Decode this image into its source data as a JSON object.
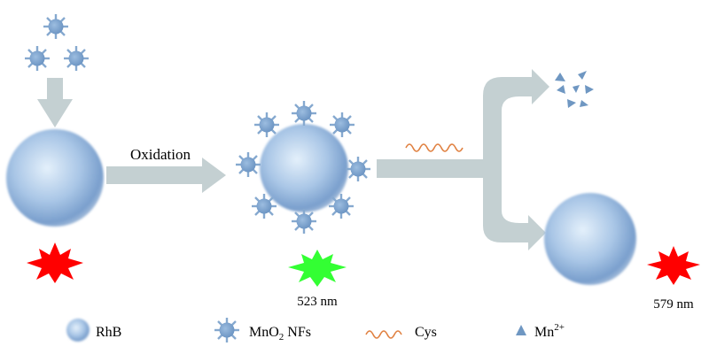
{
  "labels": {
    "oxidation": "Oxidation",
    "green_wavelength": "523 nm",
    "red_wavelength": "579 nm"
  },
  "legend": {
    "rhb": "RhB",
    "mno2_main": "MnO",
    "mno2_sub": "2",
    "mno2_suffix": " NFs",
    "cys": "Cys",
    "mn_main": "Mn",
    "mn_sup": "2+"
  },
  "colors": {
    "arrow": "#c4d0d2",
    "sphere_light": "#e4f0fb",
    "sphere_mid": "#a9c6e6",
    "sphere_dark": "#7a9fcd",
    "star_body": "#7fa7d2",
    "star_rays": "#86a9cf",
    "red_burst": "#ff0000",
    "green_burst": "#33ff33",
    "cys_wave": "#e08040",
    "mn_ion": "#6f97c2"
  },
  "icons": {
    "sphere": "rhb-sphere-icon",
    "nanoflower": "mno2-nanoflower-icon",
    "wave": "cys-wave-icon",
    "ion": "mn-ion-icon",
    "burst": "fluorescence-burst-icon"
  }
}
